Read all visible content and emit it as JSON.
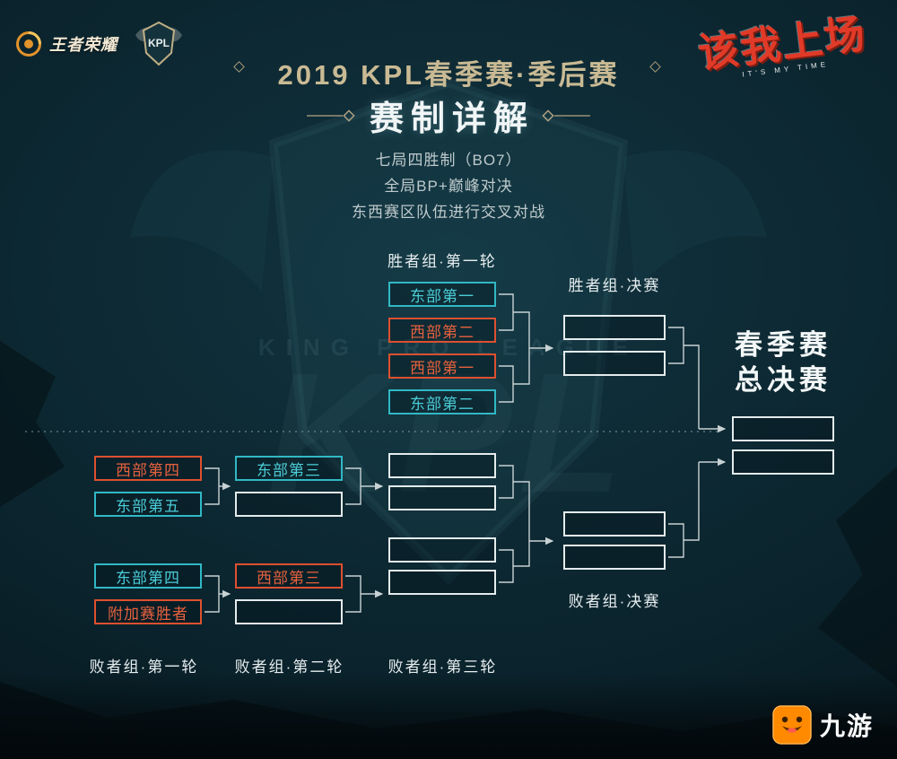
{
  "theme": {
    "bg": "#0c2833",
    "gold": "#c9ba94",
    "teal": "#31b8c5",
    "red": "#dd5030",
    "line": "#c8d2d4",
    "white": "#f0f5f6",
    "brand_orange": "#ff8a00"
  },
  "header": {
    "wzry_logo_text": "王者荣耀",
    "kpl_logo_text": "KPL",
    "slogan": "该我上场",
    "slogan_sub": "IT'S MY TIME",
    "title": "2019 KPL春季赛·季后赛",
    "subtitle": "赛制详解",
    "rules": [
      "七局四胜制（BO7）",
      "全局BP+巅峰对决",
      "东西赛区队伍进行交叉对战"
    ]
  },
  "watermark": {
    "text": "KING PRO LEAGUE",
    "kpl": "KPL"
  },
  "labels": {
    "winners_r1": "胜者组·第一轮",
    "winners_final": "胜者组·决赛",
    "grand_final_line1": "春季赛",
    "grand_final_line2": "总决赛",
    "losers_r1": "败者组·第一轮",
    "losers_r2": "败者组·第二轮",
    "losers_r3": "败者组·第三轮",
    "losers_final": "败者组·决赛"
  },
  "teams": {
    "east1": "东部第一",
    "west2": "西部第二",
    "west1": "西部第一",
    "east2": "东部第二",
    "west4": "西部第四",
    "east5": "东部第五",
    "east4": "东部第四",
    "playin_winner": "附加赛胜者",
    "east3": "东部第三",
    "west3": "西部第三"
  },
  "footer": {
    "brand": "九游"
  }
}
